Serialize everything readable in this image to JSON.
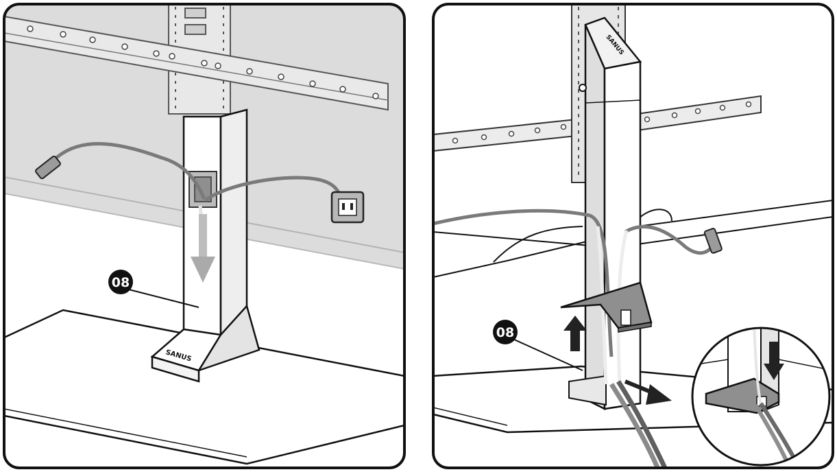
{
  "panels": [
    {
      "callout": {
        "label": "08"
      },
      "brand": "SANUS"
    },
    {
      "callout": {
        "label": "08"
      },
      "brand": "SANUS"
    }
  ],
  "colors": {
    "outline": "#111111",
    "panel_bg": "#ffffff",
    "tv_ghost": "#d9d9d9",
    "cable": "#7a7a7a",
    "cable_clear": "#e6e6e6",
    "cover": "#8c8c8c",
    "arrow": "#999999",
    "arrow_dark": "#222222"
  }
}
